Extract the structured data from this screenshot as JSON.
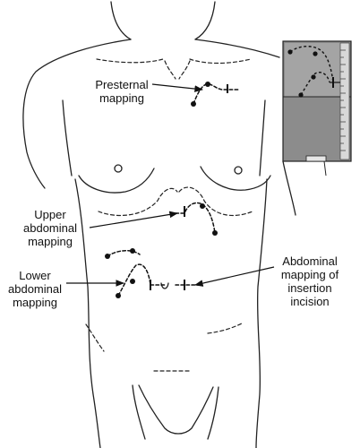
{
  "labels": {
    "presternal": [
      "Presternal",
      "mapping"
    ],
    "upper_abdominal": [
      "Upper",
      "abdominal",
      "mapping"
    ],
    "lower_abdominal": [
      "Lower",
      "abdominal",
      "mapping"
    ],
    "insertion_incision": [
      "Abdominal",
      "mapping of",
      "insertion",
      "incision"
    ]
  }
}
